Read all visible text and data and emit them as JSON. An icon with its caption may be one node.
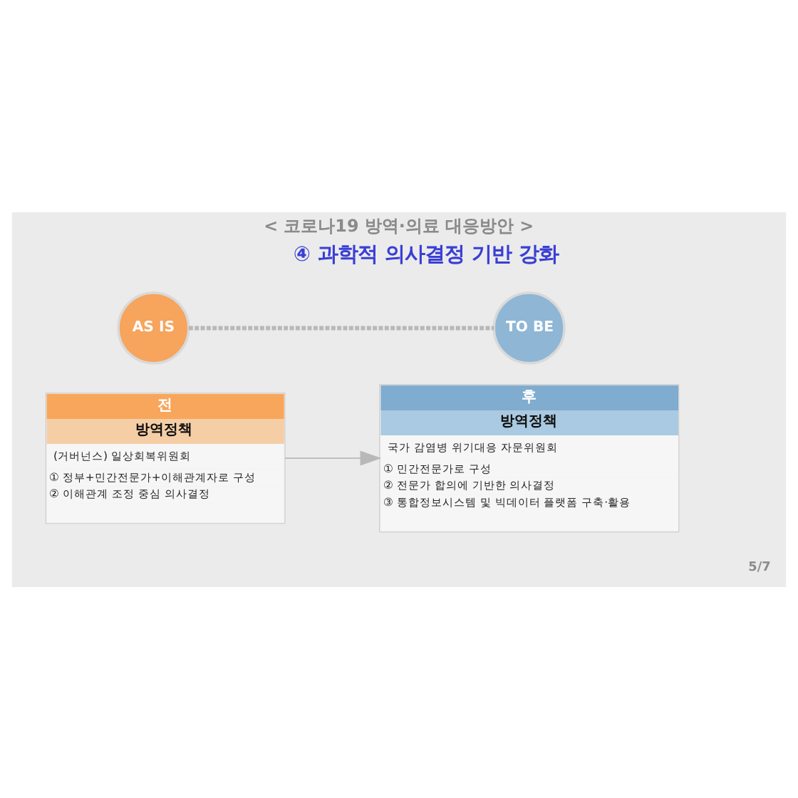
{
  "diagram": {
    "title": "< 코로나19 방역·의료 대응방안 >",
    "nodes": [
      {
        "text": [
          "AS IS"
        ]
      },
      {
        "text": [
          "TO BE"
        ]
      },
      {
        "text": [
          "전",
          "방역정책",
          "(거버넌스) 일상회복위원회",
          "① 정부+민간전문가+이해관계자로 구성",
          "② 이해관계 조정 중심 의사결정"
        ]
      },
      {
        "text": [
          "후",
          "방역정책",
          "국가 감염병 위기대응 자문위원회",
          "① 민간전문가로 구성",
          "② 전문가 합의에 기반한 의사결정",
          "③ 통합정보시스템 및 빅데이터 플랫폼 구축·활용"
        ]
      }
    ],
    "edges": [
      {
        "from": 0,
        "to": 1,
        "arrow": "none",
        "style": "dashed"
      },
      {
        "from": 2,
        "to": 3,
        "arrow": "to"
      }
    ],
    "labels": [
      "④ 과학적 의사결정 기반 강화",
      "5/7"
    ]
  }
}
